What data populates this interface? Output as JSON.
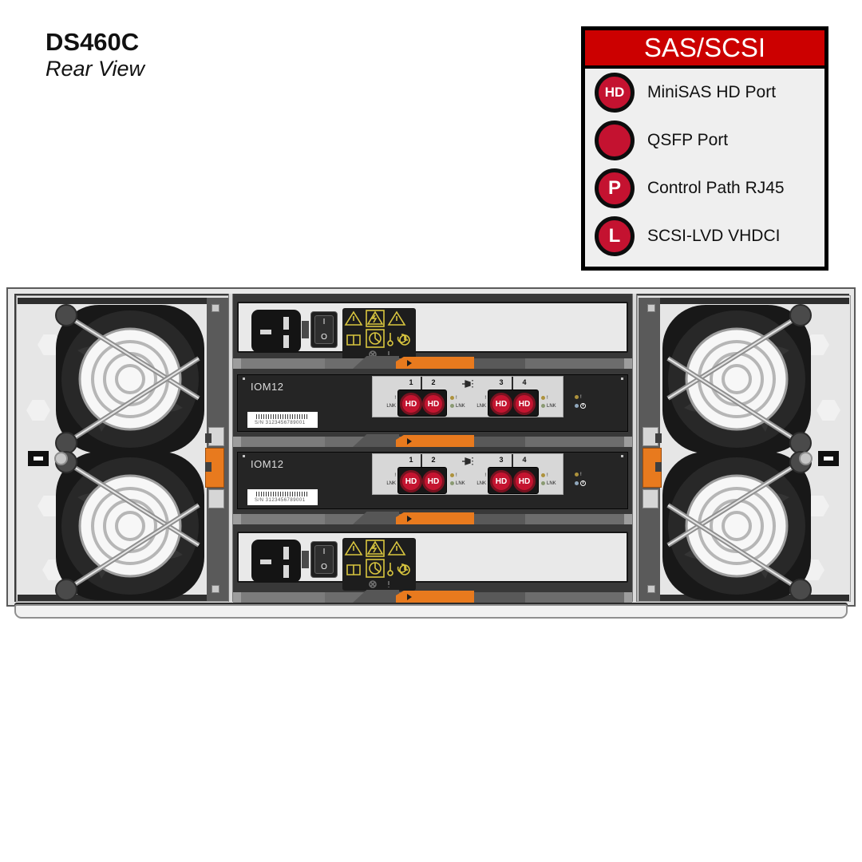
{
  "page": {
    "title": "DS460C",
    "subtitle": "Rear View"
  },
  "legend": {
    "header": "SAS/SCSI",
    "header_bg": "#CC0000",
    "badge_color": "#C41230",
    "items": [
      {
        "badge": "HD",
        "label": "MiniSAS HD Port"
      },
      {
        "badge": "",
        "label": "QSFP Port"
      },
      {
        "badge": "P",
        "label": "Control Path RJ45"
      },
      {
        "badge": "L",
        "label": "SCSI-LVD VHDCI"
      }
    ]
  },
  "chassis": {
    "iom": {
      "name": "IOM12",
      "ports": [
        "1",
        "2",
        "3",
        "4"
      ],
      "port_badge": "HD",
      "led_alert": "!",
      "led_link": "LNK",
      "serial": "S/N  3123456789001"
    },
    "psu": {
      "switch_on": "I",
      "switch_off": "O"
    },
    "colors": {
      "handle_orange": "#E87A1E",
      "port_red": "#C41430",
      "legend_red": "#CC0000"
    }
  }
}
